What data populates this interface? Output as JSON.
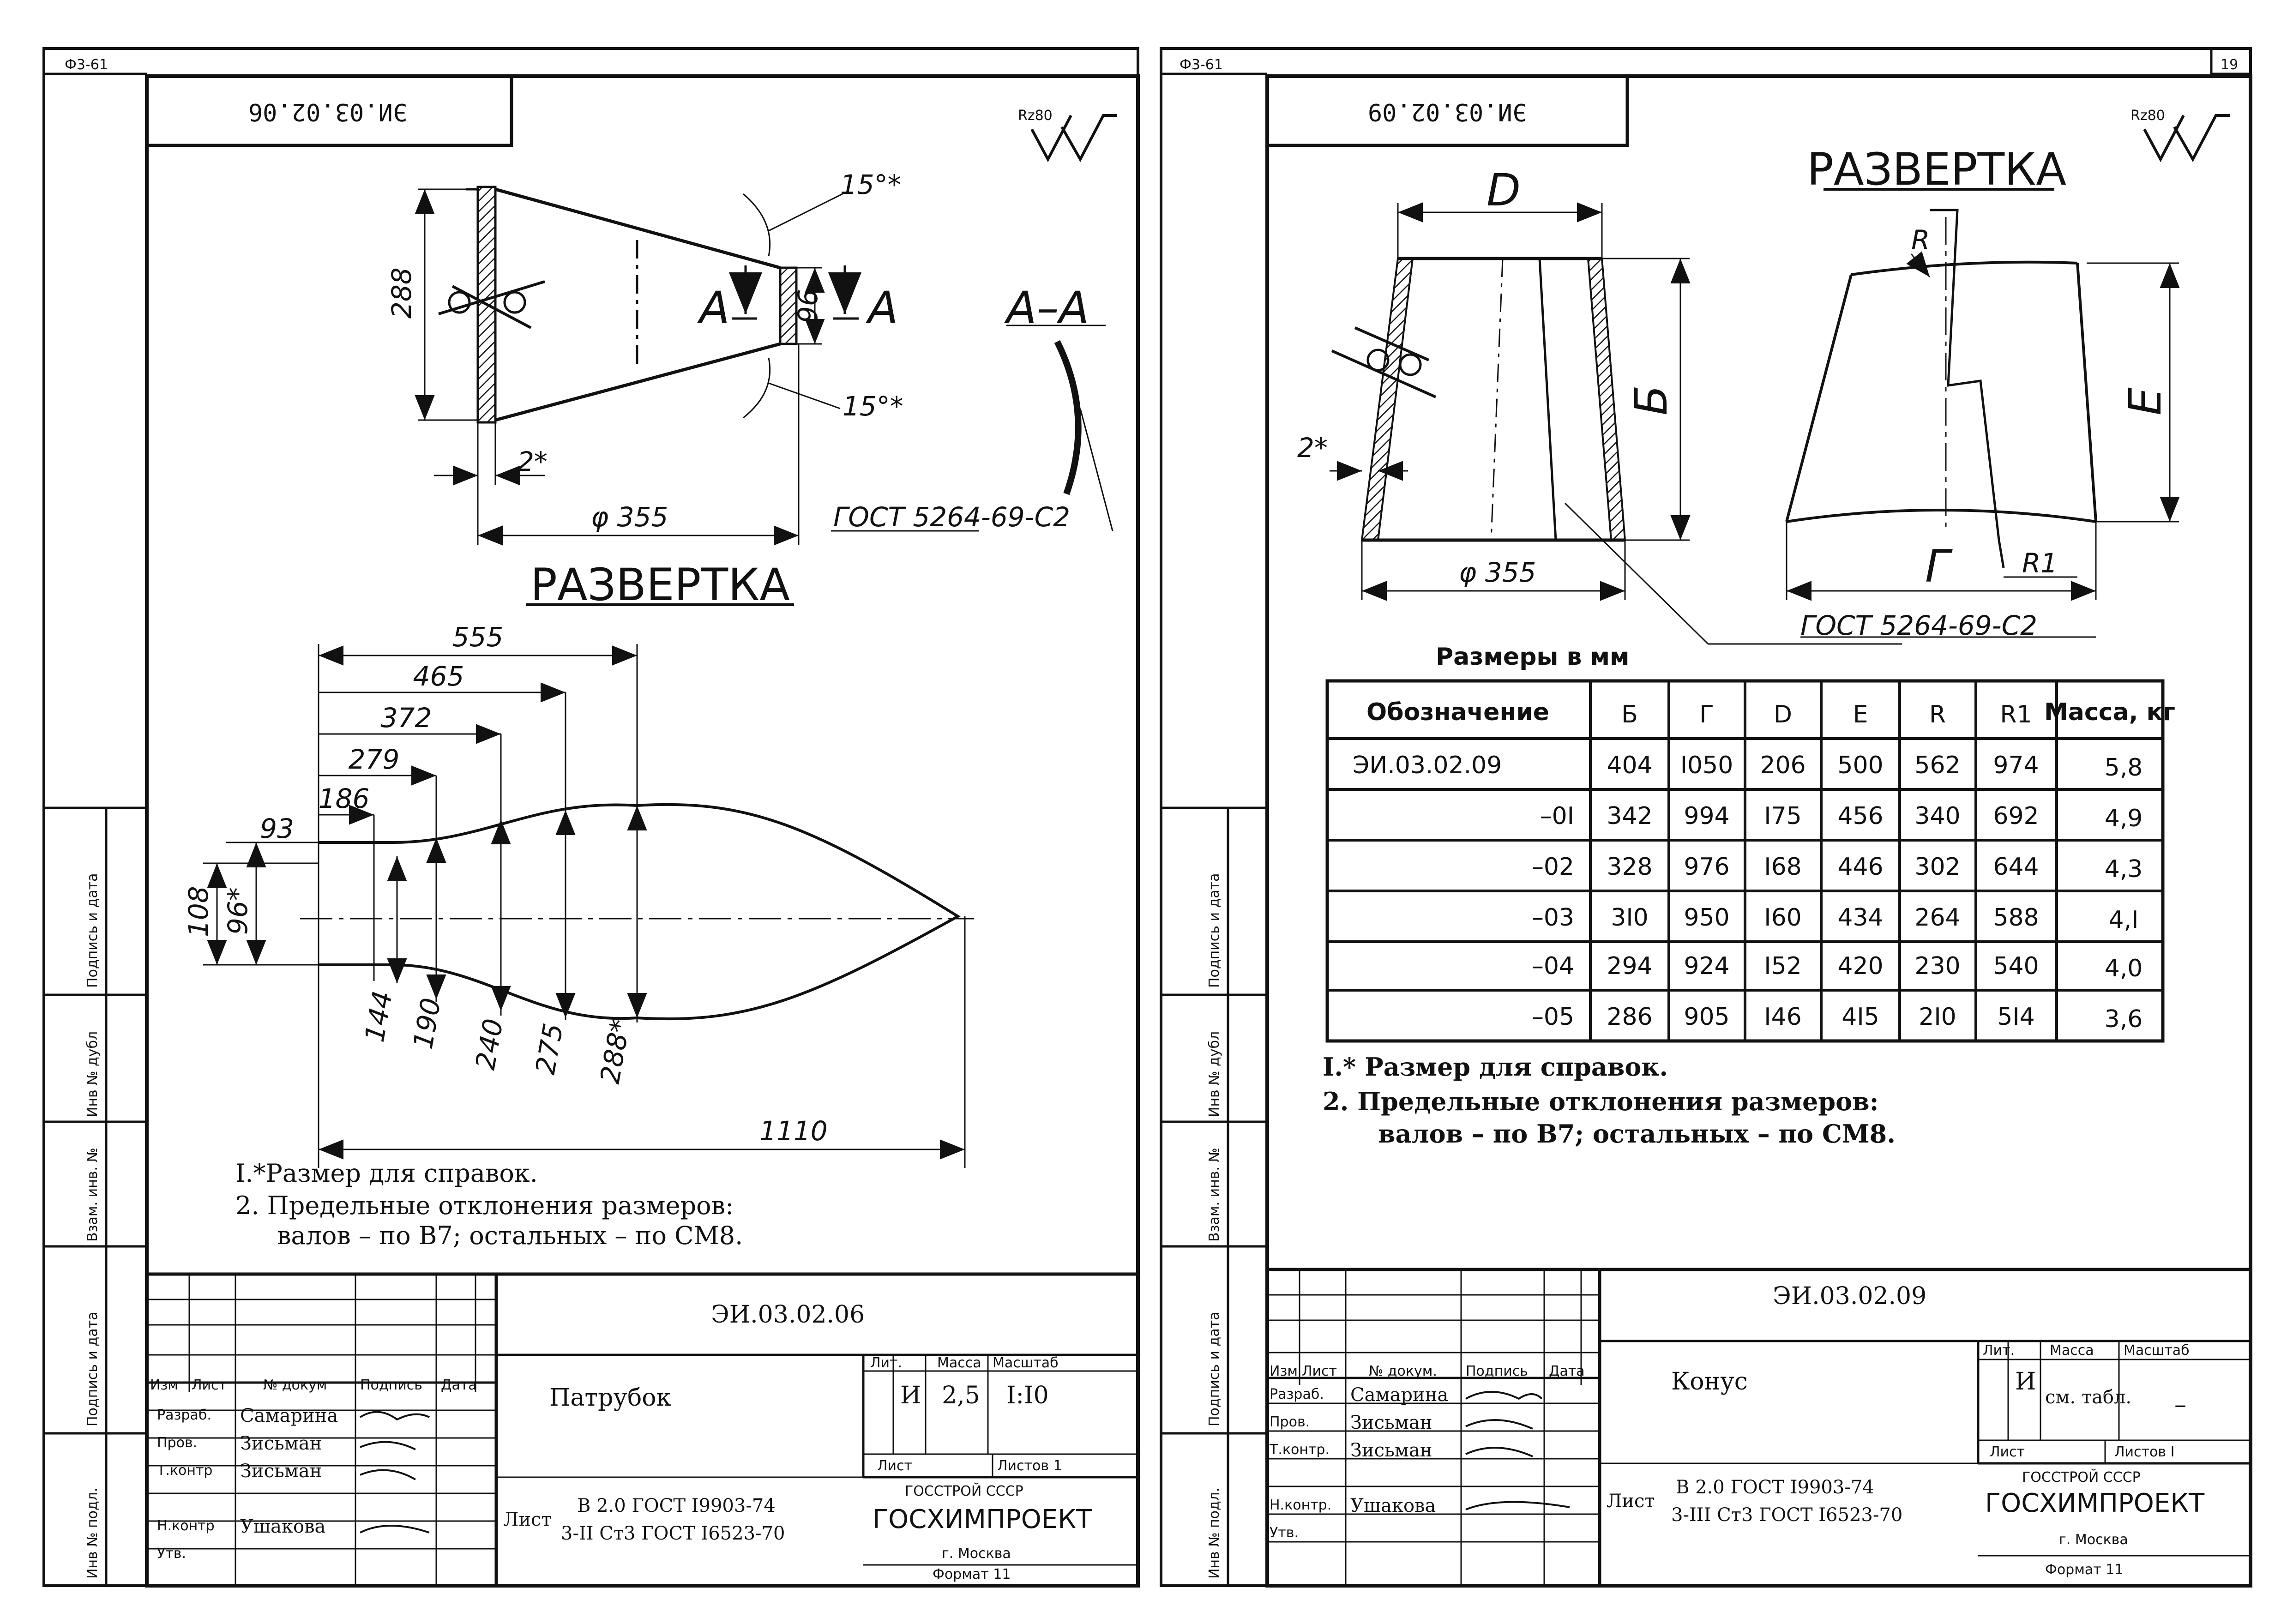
{
  "left": {
    "format_tag": "Ф3-61",
    "code_rotated": "ЭИ.03.02.06",
    "roughness": "Rz80",
    "angle_top": "15°*",
    "angle_bottom": "15°*",
    "dim_288": "288",
    "dim_96": "96",
    "dim_2": "2*",
    "dim_phi355": "φ 355",
    "section_label": "А–А",
    "section_marker": "А",
    "gost_weld": "ГОСТ 5264-69-С2",
    "razvertka": "РАЗВЕРТКА",
    "dims_top": [
      "555",
      "465",
      "372",
      "279",
      "186",
      "93"
    ],
    "dims_left": [
      "108",
      "96*"
    ],
    "dims_bottom": [
      "144",
      "190",
      "240",
      "275",
      "288*"
    ],
    "dim_1110": "1110",
    "notes": [
      "I.*Размер для справок.",
      "2. Предельные отклонения размеров:",
      "валов  – по В7; остальных – по СМ8."
    ],
    "stamp": {
      "code": "ЭИ.03.02.06",
      "name": "Патрубок",
      "lit_h": "Лит.",
      "mass_h": "Масса",
      "scale_h": "Масштаб",
      "lit": "И",
      "mass": "2,5",
      "scale": "I:I0",
      "sheet_h": "Лист",
      "sheets_h": "Листов  1",
      "material_1": "В 2.0 ГОСТ I9903-74",
      "material_2": "3-II Ст3 ГОСТ I6523-70",
      "list_word": "Лист",
      "org_1": "ГОССТРОЙ СССР",
      "org_2": "ГОСХИМПРОЕКТ",
      "org_3": "г. Москва",
      "format": "Формат 11",
      "header_cols": [
        "Изм",
        "Лист",
        "№ докум",
        "Подпись",
        "Дата"
      ],
      "rows": [
        {
          "role": "Разраб.",
          "name": "Самарина"
        },
        {
          "role": "Пров.",
          "name": "Зисьман"
        },
        {
          "role": "Т.контр",
          "name": "Зисьман"
        },
        {
          "role": "",
          "name": ""
        },
        {
          "role": "Н.контр",
          "name": "Ушакова"
        },
        {
          "role": "Утв.",
          "name": ""
        }
      ]
    },
    "side_labels": [
      "Подпись и дата",
      "Инв № дубл",
      "Взам. инв. №",
      "Подпись и дата",
      "Инв № подл."
    ]
  },
  "right": {
    "format_tag": "Ф3-61",
    "page_number": "19",
    "code_rotated": "ЭИ.03.02.09",
    "roughness": "Rz80",
    "razvertka": "РАЗВЕРТКА",
    "dim_D": "D",
    "dim_B": "Б",
    "dim_2": "2*",
    "dim_phi355": "φ 355",
    "dim_R": "R",
    "dim_E": "Е",
    "dim_G": "Г",
    "dim_R1": "R1",
    "gost_weld": "ГОСТ 5264-69-С2",
    "table_caption": "Размеры в мм",
    "table": {
      "headers": [
        "Обозначение",
        "Б",
        "Г",
        "D",
        "Е",
        "R",
        "R1",
        "Масса, кг"
      ],
      "rows": [
        [
          "ЭИ.03.02.09",
          "404",
          "I050",
          "206",
          "500",
          "562",
          "974",
          "5,8"
        ],
        [
          "–0I",
          "342",
          "994",
          "I75",
          "456",
          "340",
          "692",
          "4,9"
        ],
        [
          "–02",
          "328",
          "976",
          "I68",
          "446",
          "302",
          "644",
          "4,3"
        ],
        [
          "–03",
          "3I0",
          "950",
          "I60",
          "434",
          "264",
          "588",
          "4,I"
        ],
        [
          "–04",
          "294",
          "924",
          "I52",
          "420",
          "230",
          "540",
          "4,0"
        ],
        [
          "–05",
          "286",
          "905",
          "I46",
          "4I5",
          "2I0",
          "5I4",
          "3,6"
        ]
      ]
    },
    "notes": [
      "I.* Размер для справок.",
      "2.  Предельные отклонения размеров:",
      "валов – по В7; остальных – по СМ8."
    ],
    "stamp": {
      "code": "ЭИ.03.02.09",
      "name": "Конус",
      "lit_h": "Лит.",
      "mass_h": "Масса",
      "scale_h": "Масштаб",
      "lit": "И",
      "mass": "см. табл.",
      "scale": "–",
      "sheet_h": "Лист",
      "sheets_h": "Листов I",
      "material_1": "В 2.0 ГОСТ I9903-74",
      "material_2": "3-III Ст3 ГОСТ I6523-70",
      "list_word": "Лист",
      "org_1": "ГОССТРОЙ СССР",
      "org_2": "ГОСХИМПРОЕКТ",
      "org_3": "г. Москва",
      "format": "Формат 11",
      "header_cols": [
        "Изм",
        "Лист",
        "№ докум.",
        "Подпись",
        "Дата"
      ],
      "rows": [
        {
          "role": "Разраб.",
          "name": "Самарина"
        },
        {
          "role": "Пров.",
          "name": "Зисьман"
        },
        {
          "role": "Т.контр.",
          "name": "Зисьман"
        },
        {
          "role": "",
          "name": ""
        },
        {
          "role": "Н.контр.",
          "name": "Ушакова"
        },
        {
          "role": "Утв.",
          "name": ""
        }
      ]
    },
    "side_labels": [
      "Подпись и дата",
      "Инв № дубл",
      "Взам. инв. №",
      "Подпись и дата",
      "Инв № подл."
    ]
  }
}
